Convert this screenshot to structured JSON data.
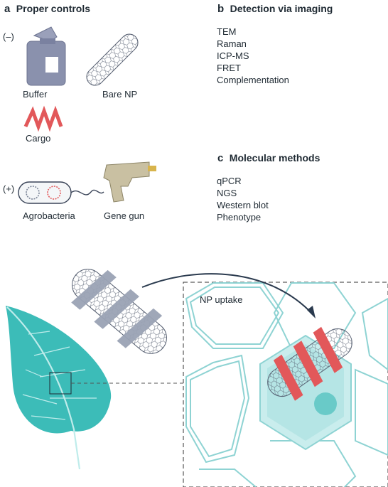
{
  "panel_a": {
    "letter": "a",
    "title": "Proper controls",
    "negative_marker": "(–)",
    "positive_marker": "(+)",
    "items": {
      "buffer": "Buffer",
      "bare_np": "Bare NP",
      "cargo": "Cargo",
      "agrobacteria": "Agrobacteria",
      "gene_gun": "Gene gun"
    }
  },
  "panel_b": {
    "letter": "b",
    "title": "Detection via imaging",
    "methods": [
      "TEM",
      "Raman",
      "ICP-MS",
      "FRET",
      "Complementation"
    ]
  },
  "panel_c": {
    "letter": "c",
    "title": "Molecular methods",
    "methods": [
      "qPCR",
      "NGS",
      "Western blot",
      "Phenotype"
    ]
  },
  "illustration": {
    "uptake_label": "NP uptake"
  },
  "colors": {
    "leaf": "#3cbcb8",
    "cell_wall": "#8ed3d3",
    "cargo": "#e2585a",
    "nanotube": "#9aa2b4",
    "bottle": "#8a91ad",
    "gene_gun": "#c9c0a2"
  }
}
